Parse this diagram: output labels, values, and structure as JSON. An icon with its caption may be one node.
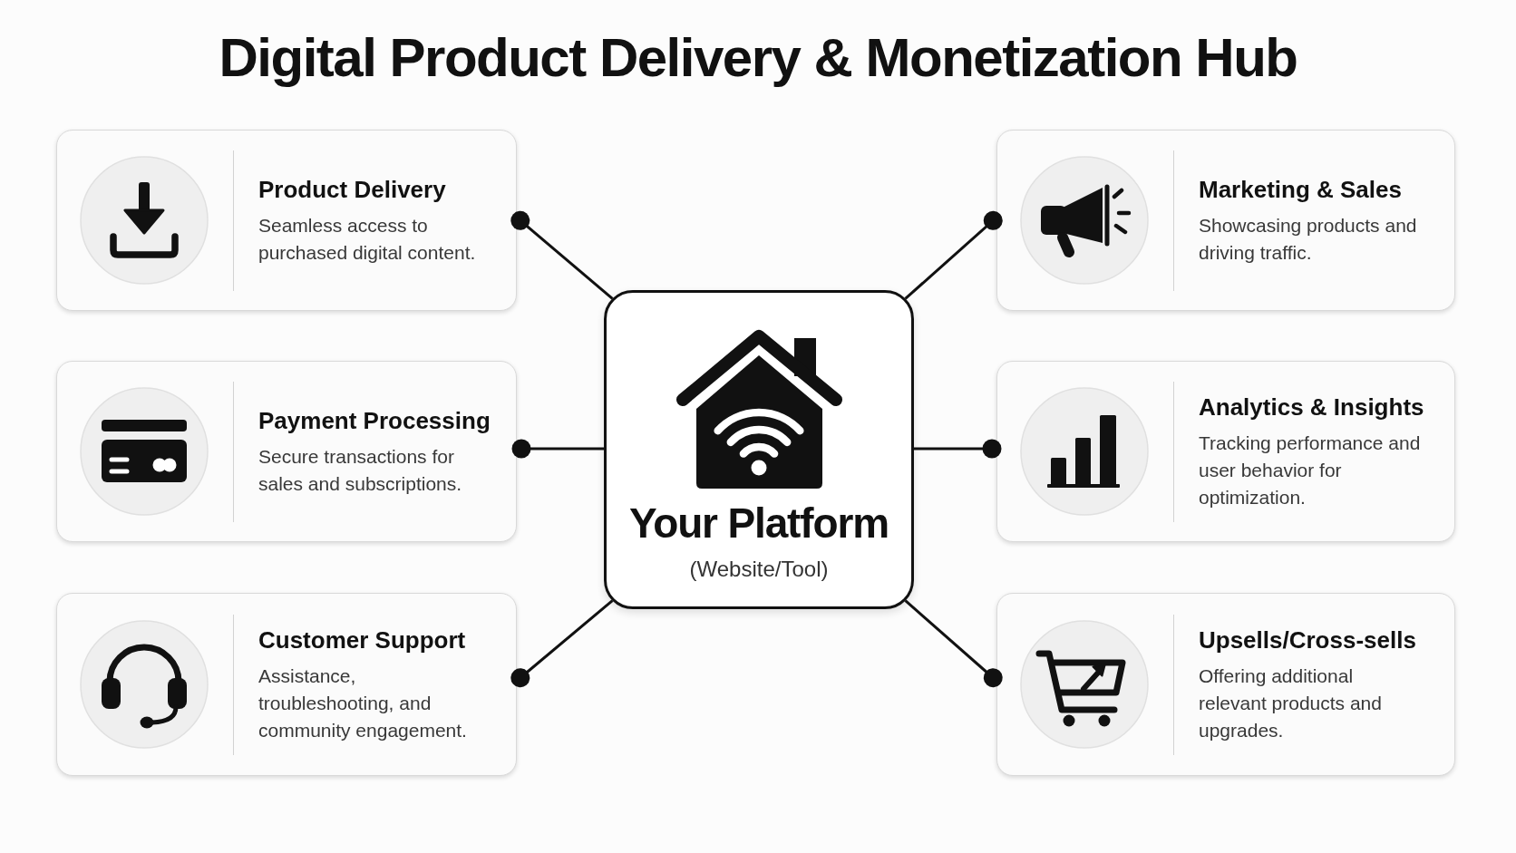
{
  "diagram": {
    "title": "Digital Product Delivery & Monetization Hub",
    "nodes": [
      {
        "text": [
          "Product Delivery",
          "Seamless access to purchased digital content."
        ]
      },
      {
        "text": [
          "Marketing & Sales",
          "Showcasing products and driving traffic."
        ]
      },
      {
        "text": [
          "Your Platform",
          "(Website/Tool)"
        ]
      },
      {
        "text": [
          "Payment Processing",
          "Secure transactions for sales and subscriptions."
        ]
      },
      {
        "text": [
          "Analytics & Insights",
          "Tracking performance and user behavior for optimization."
        ]
      },
      {
        "text": [
          "Customer Support",
          "Assistance, troubleshooting, and community engagement."
        ]
      },
      {
        "text": [
          "Upsells/Cross-sells",
          "Offering additional relevant products and upgrades."
        ]
      }
    ],
    "edges": [
      {
        "from": 2,
        "to": 0,
        "arrow": "other"
      },
      {
        "from": 2,
        "to": 1,
        "arrow": "other"
      },
      {
        "from": 2,
        "to": 3,
        "arrow": "other"
      },
      {
        "from": 2,
        "to": 4,
        "arrow": "other"
      },
      {
        "from": 2,
        "to": 5,
        "arrow": "other"
      },
      {
        "from": 2,
        "to": 6,
        "arrow": "other"
      }
    ]
  }
}
